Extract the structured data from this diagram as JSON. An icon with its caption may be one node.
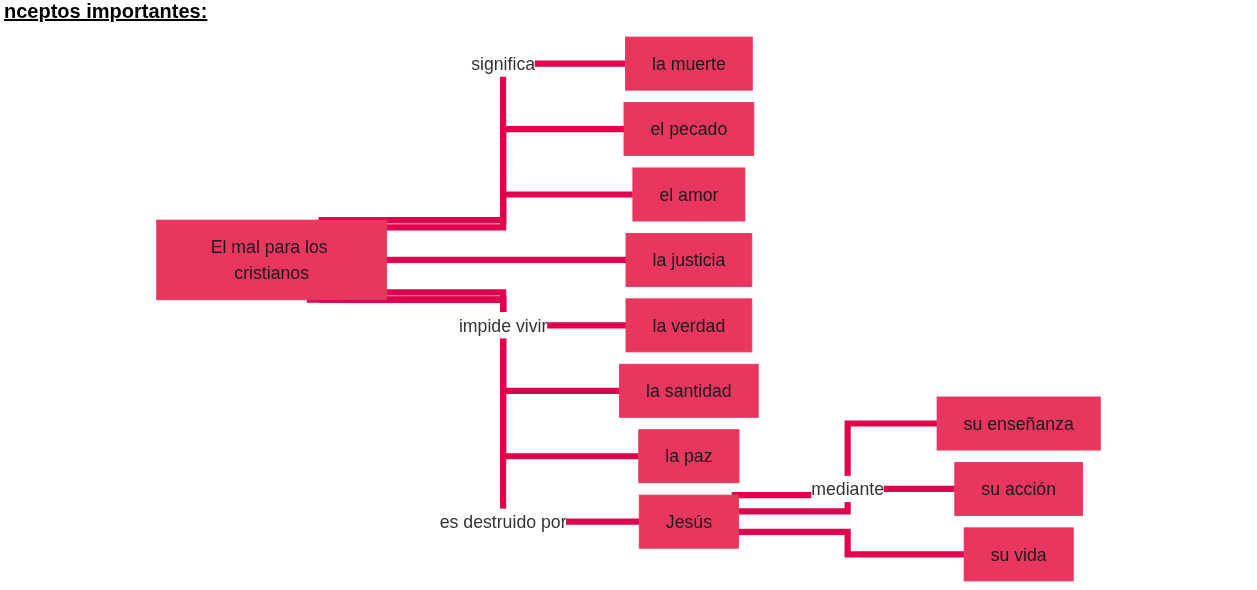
{
  "diagram": {
    "title": "nceptos importantes:",
    "nodes": [
      {
        "text": [
          "El mal para los cristianos"
        ]
      },
      {
        "text": [
          "la muerte"
        ]
      },
      {
        "text": [
          "el pecado"
        ]
      },
      {
        "text": [
          "el amor"
        ]
      },
      {
        "text": [
          "la justicia"
        ]
      },
      {
        "text": [
          "la verdad"
        ]
      },
      {
        "text": [
          "la santidad"
        ]
      },
      {
        "text": [
          "la paz"
        ]
      },
      {
        "text": [
          "Jesús"
        ]
      },
      {
        "text": [
          "su enseñanza"
        ]
      },
      {
        "text": [
          "su acción"
        ]
      },
      {
        "text": [
          "su vida"
        ]
      }
    ],
    "edges": [
      {
        "from": 0,
        "to": 1,
        "arrow": "none",
        "label": "significa"
      },
      {
        "from": 0,
        "to": 2,
        "arrow": "none"
      },
      {
        "from": 0,
        "to": 3,
        "arrow": "none"
      },
      {
        "from": 0,
        "to": 4,
        "arrow": "none"
      },
      {
        "from": 0,
        "to": 5,
        "arrow": "none",
        "label": "impide vivir"
      },
      {
        "from": 0,
        "to": 6,
        "arrow": "none"
      },
      {
        "from": 0,
        "to": 7,
        "arrow": "none"
      },
      {
        "from": 0,
        "to": 8,
        "arrow": "none",
        "label": "es destruido por"
      },
      {
        "from": 8,
        "to": 9,
        "arrow": "none"
      },
      {
        "from": 8,
        "to": 10,
        "arrow": "none",
        "label": "mediante"
      },
      {
        "from": 8,
        "to": 11,
        "arrow": "none"
      }
    ]
  }
}
